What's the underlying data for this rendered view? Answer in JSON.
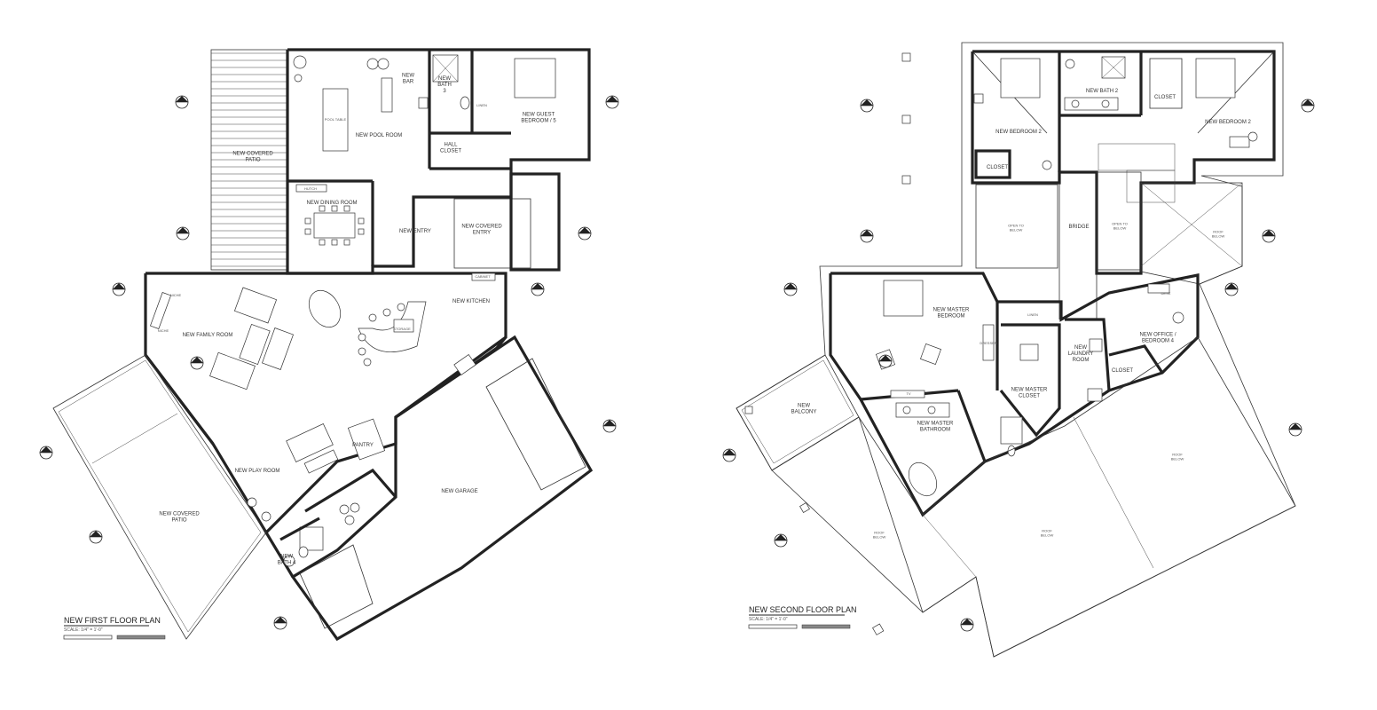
{
  "plans": [
    {
      "title": "NEW FIRST FLOOR PLAN",
      "scale": "SCALE: 1/4\" = 1'-0\"",
      "rooms": {
        "covered_patio_top": "NEW COVERED\nPATIO",
        "pool_room": "NEW POOL ROOM",
        "pool_table": "POOL TABLE",
        "bar": "NEW\nBAR",
        "bath3": "NEW\nBATH\n3",
        "linen": "LINEN",
        "guest_bedroom": "NEW GUEST\nBEDROOM / 5",
        "hall_closet": "HALL\nCLOSET",
        "hutch": "HUTCH",
        "dining_room": "NEW DINING ROOM",
        "entry": "NEW ENTRY",
        "covered_entry": "NEW COVERED\nENTRY",
        "family_room": "NEW FAMILY ROOM",
        "niche_top": "NICHE",
        "niche_bottom": "NICHE",
        "kitchen": "NEW KITCHEN",
        "storage": "STORAGE",
        "cabinet": "CABINET",
        "covered_patio_left": "NEW COVERED\nPATIO",
        "play_room": "NEW PLAY ROOM",
        "pantry": "PANTRY",
        "garage": "NEW GARAGE",
        "bath4": "NEW\nBATH 4"
      }
    },
    {
      "title": "NEW SECOND FLOOR PLAN",
      "scale": "SCALE: 1/4\" = 1'-0\"",
      "rooms": {
        "bedroom2_left": "NEW BEDROOM 2",
        "closet_left": "CLOSET",
        "bath2": "NEW BATH 2",
        "closet_right": "CLOSET",
        "bedroom2_right": "NEW BEDROOM 2",
        "open_left": "OPEN TO\nBELOW",
        "bridge": "BRIDGE",
        "open_right": "OPEN TO\nBELOW",
        "roof_right": "ROOF\nBELOW",
        "master_bedroom": "NEW MASTER\nBEDROOM",
        "linen": "LINEN",
        "dresser": "DRESSER",
        "master_closet": "NEW MASTER\nCLOSET",
        "laundry": "NEW\nLAUNDRY\nROOM",
        "office": "NEW OFFICE /\nBEDROOM 4",
        "desk": "DESK",
        "closet_office": "CLOSET",
        "tv": "TV",
        "balcony": "NEW\nBALCONY",
        "master_bath": "NEW MASTER\nBATHROOM",
        "roof_bl": "ROOF\nBELOW",
        "roof_bc": "ROOF\nBELOW",
        "roof_br": "ROOF\nBELOW"
      }
    }
  ]
}
